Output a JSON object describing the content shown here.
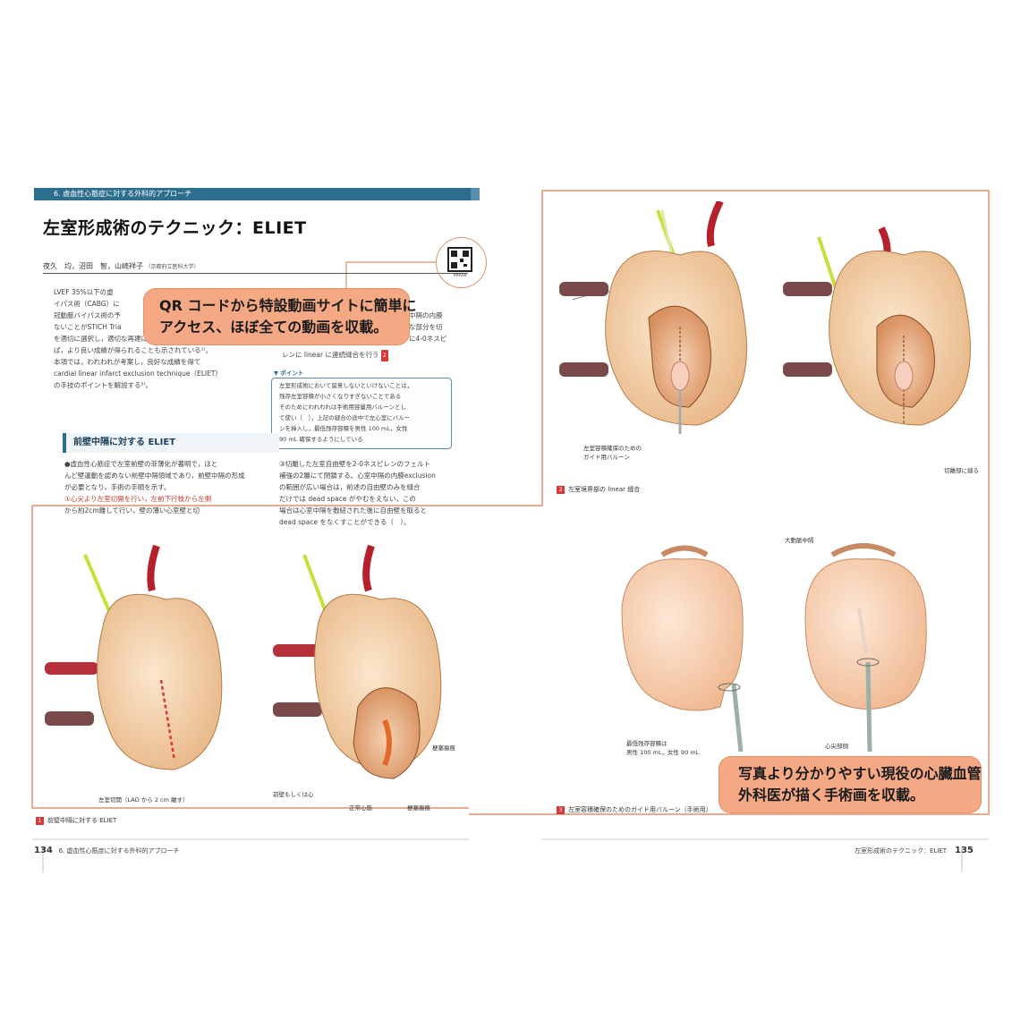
{
  "left_page": {
    "section_label": "6. 虚血性心筋症に対する外科的アプローチ",
    "title": "左室形成術のテクニック：ELIET",
    "authors": "夜久　均，沼田　智，山崎祥子",
    "affiliation": "（京都府立医科大学）",
    "qr_label": "Movie",
    "intro_lines": [
      "LVEF 35%以下の虚",
      "イパス術（CABG）に",
      "冠動脈バイパス術の予",
      "ないことがSTICH Tria",
      "を適切に選択し，適切な再建に基づいて手術を行え",
      "ば，より良い成績が得られることも示されている¹⁾。",
      "本項では，われわれが考案し，良好な成績を得て",
      "cardial linear infarct exclusion technique（ELIET）",
      "の手技のポイントを解説する³⁾。"
    ],
    "heading": "前壁中隔に対する ELIET",
    "step_lines": [
      "●虚血性心筋症で左室前壁の菲薄化が著明で，ほと",
      "んど壁運動を認めない前壁中隔領域であり，前壁中隔の形成",
      "が必要となり，手術の手順を示す。",
      "①心尖より左室切開を行い，左前下行枝から左側",
      "から約2cm離して行い，壁の薄い心室壁と切"
    ],
    "right_col_lines": [
      "中隔の内膜",
      "な部分を切",
      "に4-0ネスピ",
      "レンに linear に連続縫合を行う"
    ],
    "point_label": "ポイント",
    "point_lines": [
      "左室形成術において留意しないといけないことは，",
      "残存左室容積が小さくなりすぎないことである",
      "そのためにわれわれは手術用容量用バルーンとし",
      "て使い（　），上記の縫合の途中で左心室にバルー",
      "ンを挿入し，最低残存容積を男性 100 mL，女性",
      "90 mL 確保するようにしている"
    ],
    "lower_right_lines": [
      "③切離した左室自由壁を2-0ネスピレンのフェルト",
      "補強の2層にて閉鎖する。心室中隔の内膜exclusion",
      "の範囲が広い場合は，前述の自由壁のみを縫合",
      "だけでは dead space がやむをえない，この",
      "場合は心室中隔を敷紐された後に自由壁を取ると",
      "dead space をなくすことができる（　）。"
    ],
    "fig1_caption": "前壁中隔に対する ELIET",
    "fig1_labels": [
      "左室切開（LAD から 2 cm 離す）",
      "前壁もしくは心",
      "正常心筋",
      "梗塞瘢痕",
      "梗塞瘢痕"
    ],
    "page_number": "134",
    "footer_section": "6. 虚血性心筋症に対する外科的アプローチ"
  },
  "right_page": {
    "fig2_caption": "左室境界部の linear 縫合",
    "fig2_labels": [
      "左室容積確保のための",
      "ガイド用バルーン",
      "切離部に縫る"
    ],
    "fig3_caption": "左室容積確保のためのガイド用バルーン（手術用）",
    "fig3_labels": [
      "大動脈中隔",
      "最低残存容積は",
      "男性 100 mL，女性 90 mL",
      "心尖部側"
    ],
    "footer_title": "左室形成術のテクニック：ELIET",
    "page_number": "135"
  },
  "callouts": {
    "qr_line1": "QR コードから特設動画サイトに簡単に",
    "qr_line2": "アクセス、ほぼ全ての動画を収載。",
    "illust_line1": "写真より分かりやすい現役の心臓血管",
    "illust_line2": "外科医が描く手術画を収載。"
  },
  "colors": {
    "accent_blue": "#2d6e8f",
    "callout_orange": "#f4a884",
    "frame_orange": "#e0906f",
    "figure_red": "#d63b3b"
  }
}
